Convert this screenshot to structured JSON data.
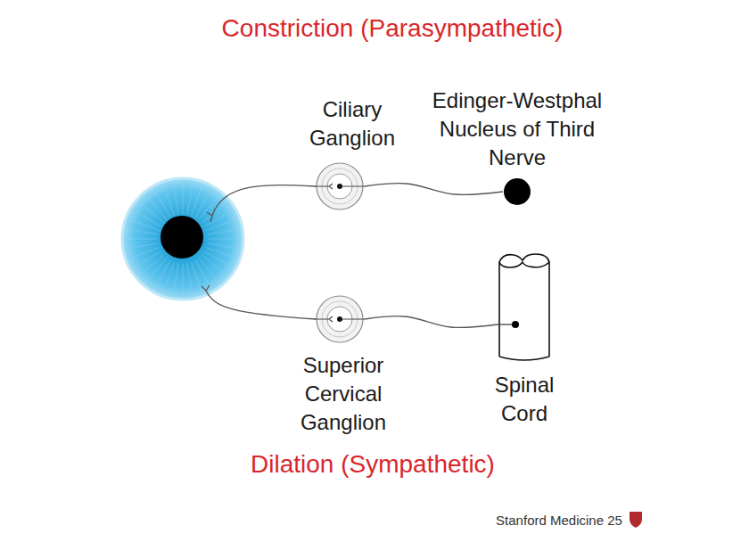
{
  "diagram": {
    "title": "Constriction (Parasympathetic)",
    "nodes": [
      {
        "text": [
          "Ciliary Ganglion"
        ]
      },
      {
        "text": [
          "Edinger-Westphal Nucleus of Third Nerve"
        ]
      },
      {
        "text": [
          "Superior Cervical Ganglion"
        ]
      },
      {
        "text": [
          "Spinal Cord"
        ]
      }
    ],
    "edges": [
      {
        "from": 0,
        "to": 1,
        "arrow": "none"
      },
      {
        "from": 2,
        "to": 3,
        "arrow": "none"
      }
    ],
    "labels": [
      "Dilation (Sympathetic)",
      "Stanford Medicine 25"
    ]
  }
}
